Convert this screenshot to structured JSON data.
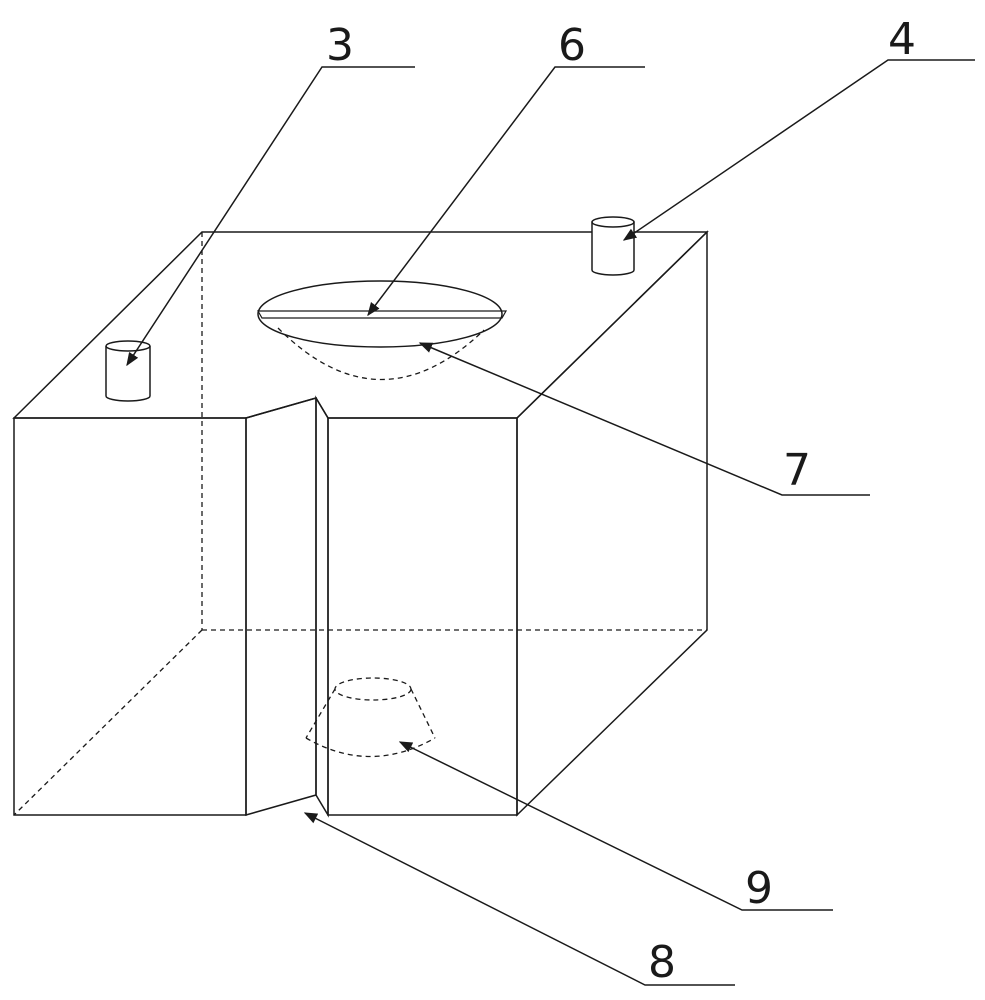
{
  "callouts": {
    "c3": "3",
    "c4": "4",
    "c6": "6",
    "c7": "7",
    "c8": "8",
    "c9": "9"
  }
}
